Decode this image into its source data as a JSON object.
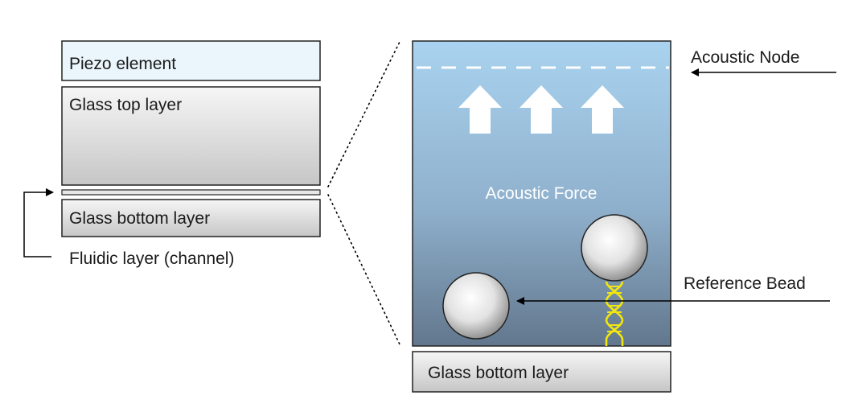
{
  "left_stack": {
    "piezo_label": "Piezo element",
    "glass_top_label": "Glass top layer",
    "glass_bottom_label": "Glass bottom layer",
    "fluidic_label": "Fluidic layer (channel)"
  },
  "zoom_view": {
    "force_label": "Acoustic Force",
    "glass_bottom_label": "Glass bottom layer"
  },
  "callouts": {
    "node_label": "Acoustic Node",
    "bead_label": "Reference Bead"
  },
  "colors": {
    "piezo_fill": "#eaf6fc",
    "glass_fill_top": "#f4f4f4",
    "glass_fill_bottom": "#c8c8c8",
    "fluid_top": "#a9d2ef",
    "fluid_bottom": "#62788e",
    "dna": "#f2e60f"
  }
}
